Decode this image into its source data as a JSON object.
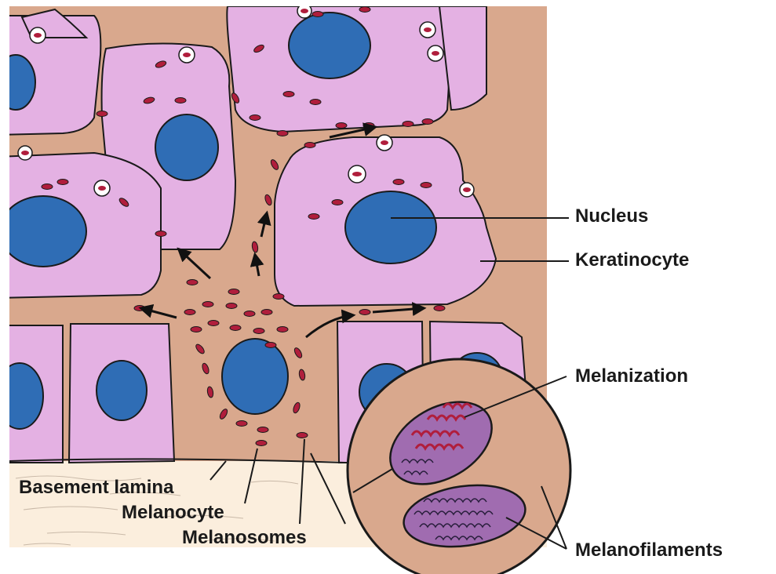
{
  "figure": {
    "labels": {
      "nucleus": "Nucleus",
      "keratinocyte": "Keratinocyte",
      "melanization": "Melanization",
      "melanofilaments": "Melanofilaments",
      "basement_lamina": "Basement lamina",
      "melanocyte": "Melanocyte",
      "melanosomes": "Melanosomes"
    },
    "colors": {
      "keratinocyte_cytoplasm": "#e4b1e3",
      "nucleus": "#2f6db5",
      "melanocyte_cytoplasm": "#d9a88d",
      "melanosome": "#b01e3c",
      "dermis": "#fbeedd",
      "melanosome_interior": "#a06cb0",
      "outline": "#1a1a1a"
    }
  }
}
